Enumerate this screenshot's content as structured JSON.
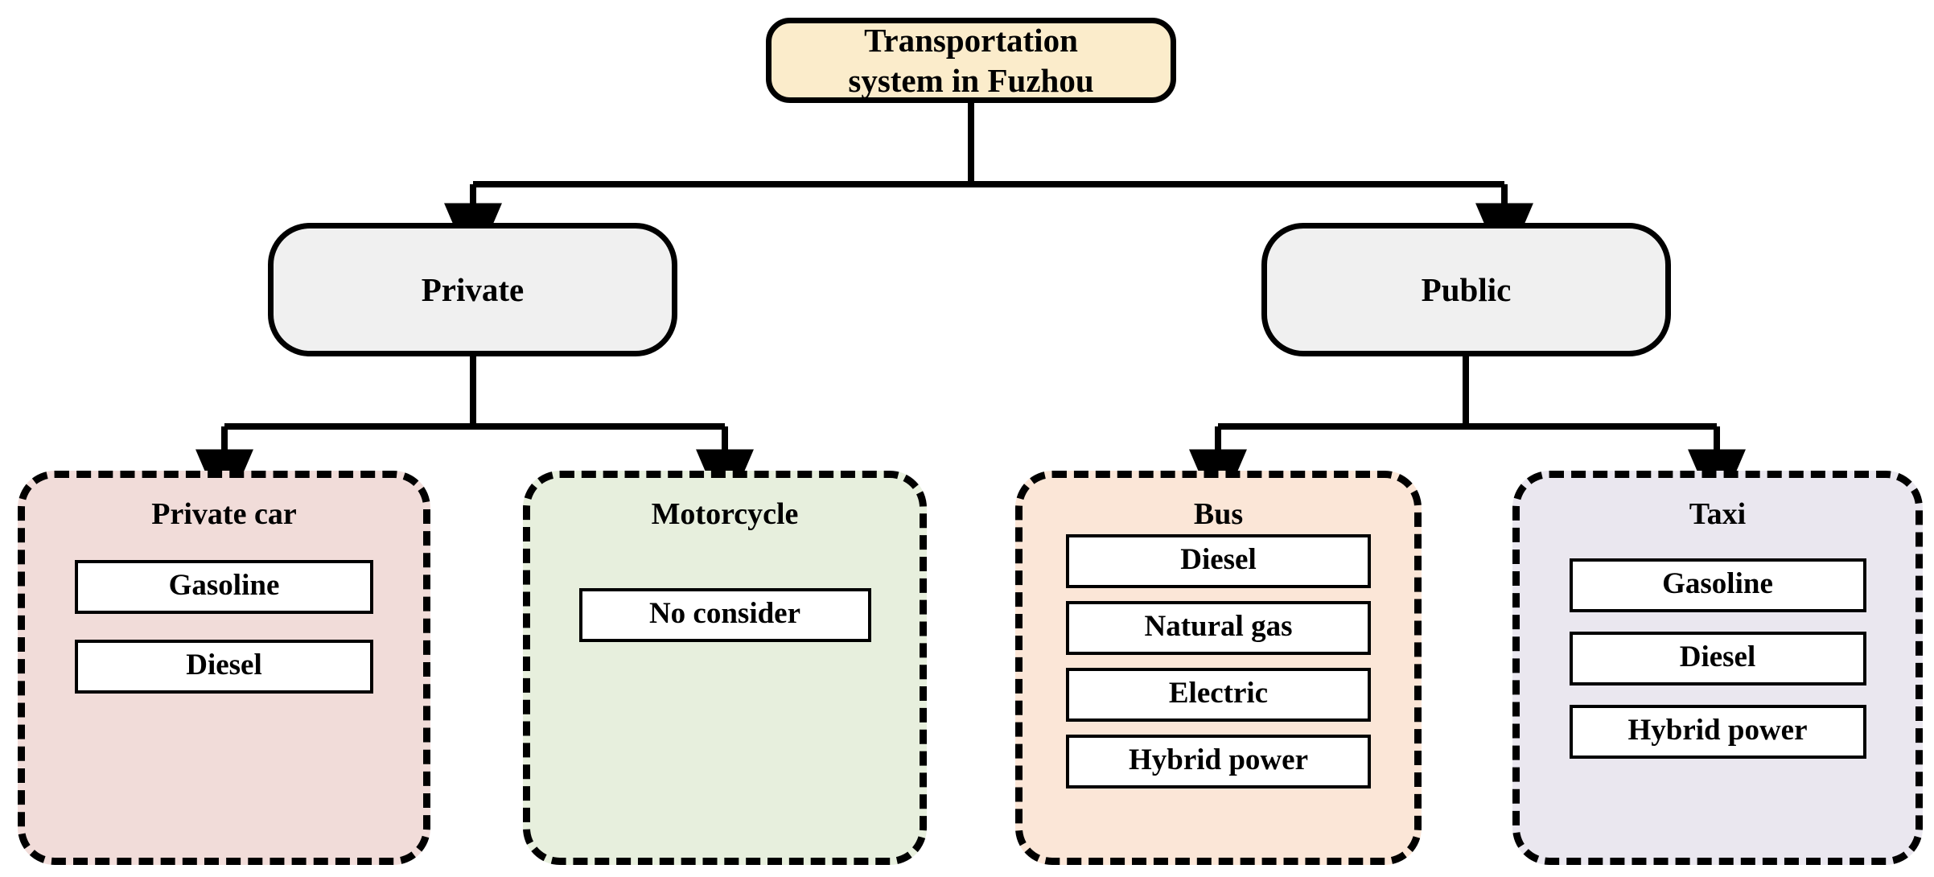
{
  "diagram": {
    "title": "Transportation system in Fuzhou hierarchy",
    "root": {
      "label": "Transportation\nsystem in Fuzhou",
      "line1": "Transportation",
      "line2": "system in Fuzhou",
      "fill": "#fbeccb"
    },
    "branches": [
      {
        "id": "private",
        "label": "Private",
        "fill": "#f0f0f0"
      },
      {
        "id": "public",
        "label": "Public",
        "fill": "#f0f0f0"
      }
    ],
    "groups": [
      {
        "id": "private-car",
        "title": "Private car",
        "fill": "#f1dcd9",
        "parent": "Private",
        "items": [
          "Gasoline",
          "Diesel"
        ]
      },
      {
        "id": "motorcycle",
        "title": "Motorcycle",
        "fill": "#e7efdd",
        "parent": "Private",
        "items": [
          "No consider"
        ]
      },
      {
        "id": "bus",
        "title": "Bus",
        "fill": "#fbe6d7",
        "parent": "Public",
        "items": [
          "Diesel",
          "Natural gas",
          "Electric",
          "Hybrid power"
        ]
      },
      {
        "id": "taxi",
        "title": "Taxi",
        "fill": "#eae7ef",
        "parent": "Public",
        "items": [
          "Gasoline",
          "Diesel",
          "Hybrid power"
        ]
      }
    ],
    "edge_color": "#000000",
    "border_color": "#000000",
    "background": "#ffffff"
  }
}
